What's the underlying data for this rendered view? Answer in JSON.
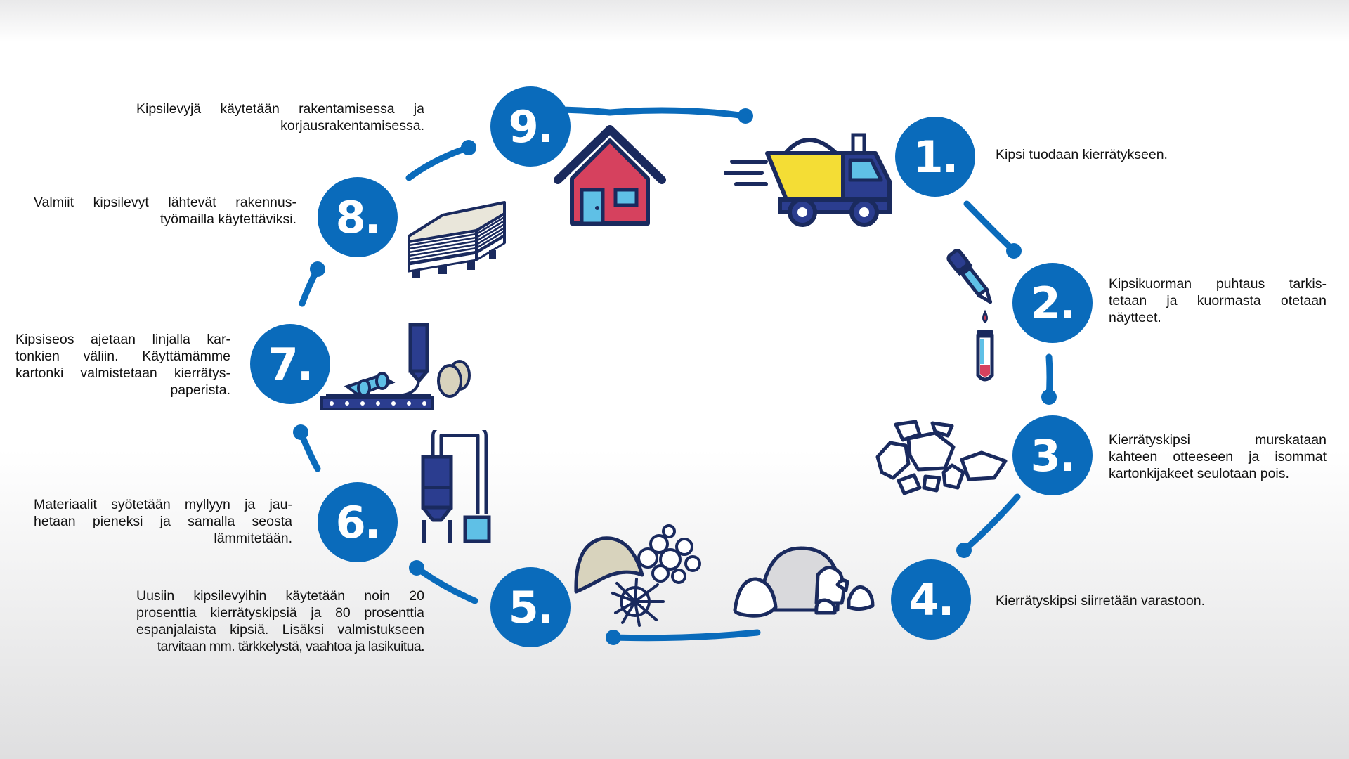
{
  "steps": [
    {
      "number": "1.",
      "text": "Kipsi tuodaan kierrätykseen.",
      "icon": "truck-icon"
    },
    {
      "number": "2.",
      "text": "Kipsikuorman puhtaus tarkistetaan ja kuormasta otetaan näytteet.",
      "icon": "pipette-test-tube-icon"
    },
    {
      "number": "3.",
      "text": "Kierrätyskipsi murskataan kahteen otteeseen ja isommat kartonkijakeet seulotaan pois.",
      "icon": "crushed-gypsum-icon"
    },
    {
      "number": "4.",
      "text": "Kierrätyskipsi siirretään varastoon.",
      "icon": "storage-piles-icon"
    },
    {
      "number": "5.",
      "text": "Uusiin kipsilevyihin käytetään noin 20 prosenttia kierrätyskipsiä ja 80 prosenttia espanjalaista kipsiä. Lisäksi valmistukseen tarvitaan mm. tärkkelystä, vaahtoa ja lasikuitua.",
      "icon": "raw-materials-icon"
    },
    {
      "number": "6.",
      "text": "Materiaalit syötetään myllyyn ja jauhetaan pieneksi ja samalla seosta lämmitetään.",
      "icon": "mill-icon"
    },
    {
      "number": "7.",
      "text": "Kipsiseos ajetaan linjalla kartonkien väliin. Käyttämämme kartonki valmistetaan kierrätyspaperista.",
      "icon": "production-line-icon"
    },
    {
      "number": "8.",
      "text": "Valmiit kipsilevyt lähtevät rakennustyömailla käytettäviksi.",
      "icon": "board-stack-icon"
    },
    {
      "number": "9.",
      "text": "Kipsilevyjä käytetään rakentamisessa ja korjausrakentamisessa.",
      "icon": "house-icon"
    }
  ],
  "display_lines": {
    "s1": [
      "Kipsi tuodaan kierrätykseen."
    ],
    "s2": [
      "Kipsikuorman puhtaus tarkis-",
      "tetaan ja kuormasta otetaan",
      "näytteet."
    ],
    "s3": [
      "Kierrätyskipsi murskataan",
      "kahteen otteeseen ja isommat",
      "kartonkijakeet seulotaan pois."
    ],
    "s4": [
      "Kierrätyskipsi siirretään varastoon."
    ],
    "s5": [
      "Uusiin kipsilevyihin käytetään noin 20",
      "prosenttia kierrätyskipsiä ja 80 prosenttia",
      "espanjalaista kipsiä. Lisäksi valmistukseen",
      "tarvitaan mm. tärkkelystä, vaahtoa ja lasikuitua."
    ],
    "s6": [
      "Materiaalit syötetään myllyyn ja jau-",
      "hetaan pieneksi ja samalla seosta",
      "lämmitetään."
    ],
    "s7": [
      "Kipsiseos ajetaan linjalla kar-",
      "tonkien väliin. Käyttämämme",
      "kartonki valmistetaan kierrätys-",
      "paperista."
    ],
    "s8": [
      "Valmiit kipsilevyt lähtevät rakennus-",
      "työmailla käytettäviksi."
    ],
    "s9": [
      "Kipsilevyjä käytetään rakentamisessa ja",
      "korjausrakentamisessa."
    ]
  },
  "colors": {
    "badge": "#0a6bbb",
    "arc": "#0a6bbb",
    "outline": "#1a2a5e",
    "navy": "#2b3d8f",
    "yellow": "#f4dd35",
    "light_blue": "#5fc0e6",
    "red": "#d6415e",
    "gray": "#d9d9dc",
    "beige": "#d8d3bd"
  }
}
